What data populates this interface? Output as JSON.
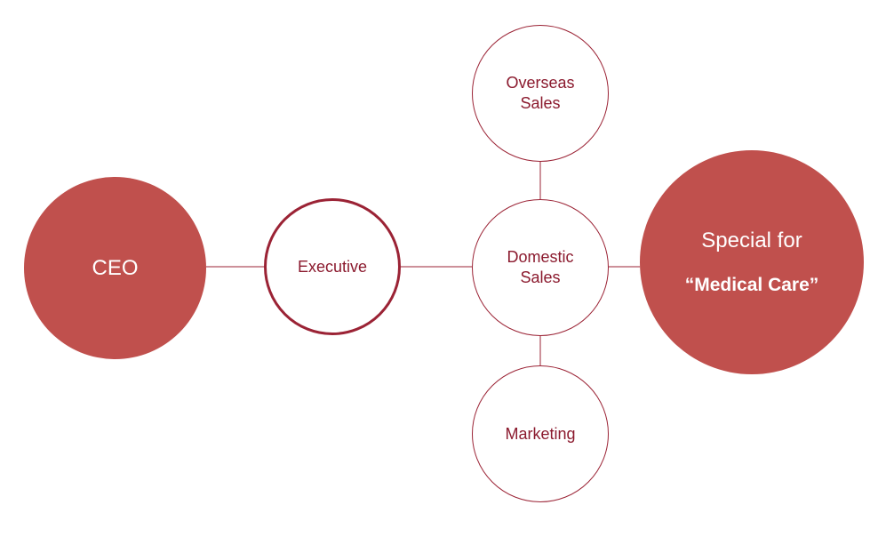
{
  "colors": {
    "filled": "#c0504d",
    "outline": "#9b2335",
    "text_dark": "#8b1a2e",
    "connector": "#9b2335"
  },
  "nodes": {
    "ceo": {
      "label": "CEO"
    },
    "executive": {
      "label": "Executive"
    },
    "overseas": {
      "line1": "Overseas",
      "line2": "Sales"
    },
    "domestic": {
      "line1": "Domestic",
      "line2": "Sales"
    },
    "marketing": {
      "label": "Marketing"
    },
    "special": {
      "line1": "Special for",
      "line2": "“Medical Care”"
    }
  }
}
